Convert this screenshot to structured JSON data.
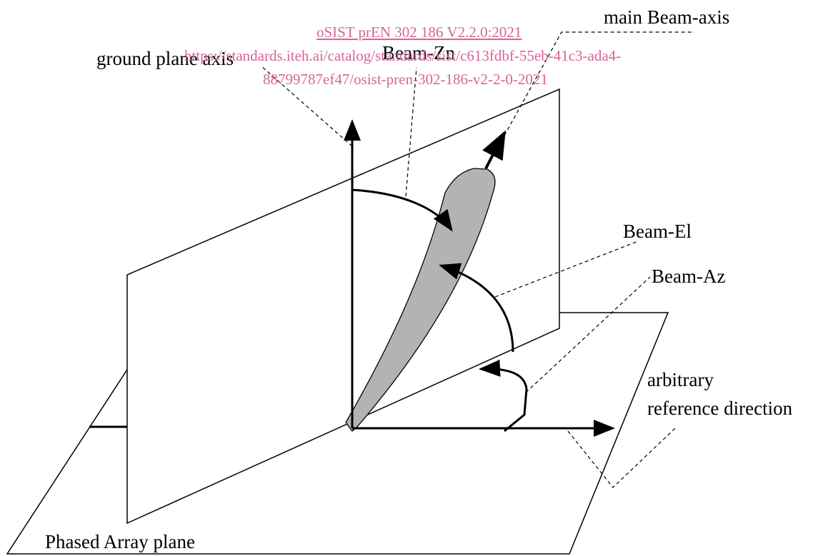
{
  "labels": {
    "main_beam_axis": "main Beam-axis",
    "ground_plane_axis": "ground plane axis",
    "beam_zn": "Beam-Zn",
    "beam_el": "Beam-El",
    "beam_az": "Beam-Az",
    "arbitrary_ref_line1": "arbitrary",
    "arbitrary_ref_line2": "reference direction",
    "phased_array_plane": "Phased Array plane"
  },
  "watermark": {
    "line1": "oSIST prEN 302 186 V2.2.0:2021",
    "line2": "https://standards.iteh.ai/catalog/standards/sist/c613fdbf-55eb-41c3-ada4-",
    "line3": "88799787ef47/osist-pren-302-186-v2-2-0-2021",
    "color": "#d4669a"
  },
  "colors": {
    "stroke": "#000000",
    "beam_fill": "#b3b3b3",
    "background": "#ffffff"
  }
}
